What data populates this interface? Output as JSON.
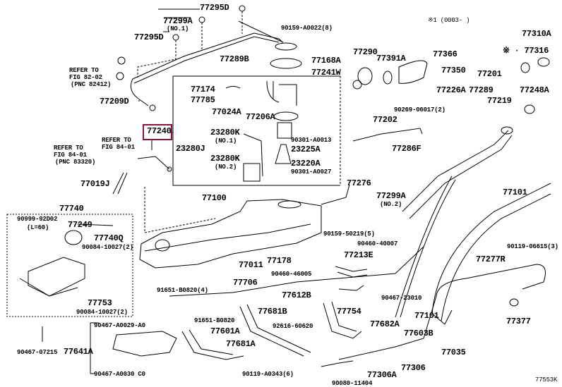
{
  "header_note": "※1 (0003-    )",
  "highlighted_part": "77240",
  "highlight_color": "#8b1538",
  "diagram_id": "77553K",
  "callouts": [
    "77295D",
    "77299A",
    "(NO.1)",
    "77295D",
    "REFER TO",
    "FIG 82-02",
    "(PNC 82412)",
    "77209D",
    "77289B",
    "90159-A0022(8)",
    "77168A",
    "77241W",
    "77174",
    "77785",
    "77024A",
    "77206A",
    "REFER TO",
    "FIG 84-01",
    "REFER TO",
    "FIG 84-01",
    "(PNC 83320)",
    "23280K",
    "(NO.1)",
    "23280J",
    "23280K",
    "(NO.2)",
    "90301-A0013",
    "23225A",
    "23220A",
    "90301-A0027",
    "77019J",
    "77290",
    "77391A",
    "77366",
    "77350",
    "77201",
    "77226A",
    "77289",
    "77219",
    "77248A",
    "90269-06017(2)",
    "77202",
    "77286F",
    "77310A",
    "※ · 77316",
    "77276",
    "77299A",
    "(NO.2)",
    "77101",
    "77100",
    "77740",
    "90999-92D02",
    "(L=60)",
    "77249",
    "77740Q",
    "90084-10027(2)",
    "77753",
    "90084-10027(2)",
    "77011",
    "77178",
    "90159-50219(5)",
    "90460-40007",
    "77213E",
    "90460-46005",
    "77277R",
    "90119-06615(3)",
    "91651-B0820(4)",
    "77706",
    "90467-23010",
    "77101",
    "77612B",
    "77681B",
    "92616-60620",
    "77754",
    "77682A",
    "77603B",
    "77377",
    "91651-B0820",
    "77601A",
    "77681A",
    "90467-A0029-A0",
    "90467-07215",
    "77641A",
    "90467-A0030 C0",
    "77035",
    "90119-A0343(6)",
    "77306",
    "77306A",
    "90080-11404"
  ]
}
